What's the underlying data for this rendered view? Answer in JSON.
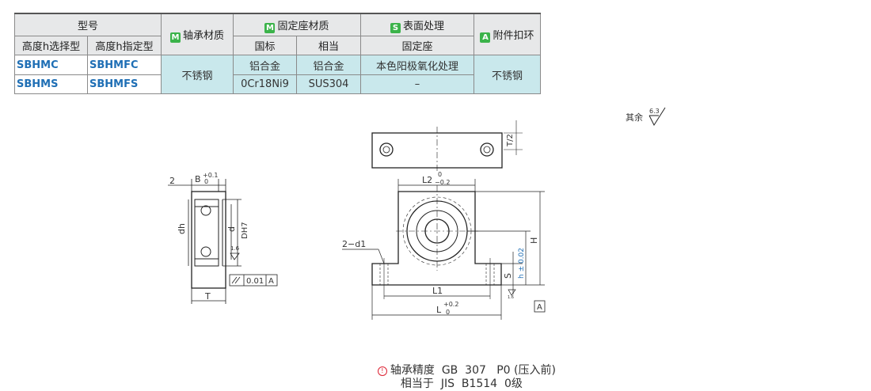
{
  "table": {
    "h_model": "型号",
    "h_bearing_material": "轴承材质",
    "h_housing_material": "固定座材质",
    "h_surface": "表面处理",
    "h_ring": "附件扣环",
    "sub_select": "高度h选择型",
    "sub_specify": "高度h指定型",
    "sub_gb": "国标",
    "sub_equiv": "相当",
    "sub_housing": "固定座",
    "badge_m": "M",
    "badge_s": "S",
    "badge_a": "A",
    "rows": [
      {
        "select": "SBHMC",
        "specify": "SBHMFC",
        "gb": "铝合金",
        "equiv": "铝合金",
        "surface": "本色阳极氧化处理"
      },
      {
        "select": "SBHMS",
        "specify": "SBHMFS",
        "gb": "0Cr18Ni9",
        "equiv": "SUS304",
        "surface": "–"
      }
    ],
    "bearing_value": "不锈钢",
    "ring_value": "不锈钢"
  },
  "drawing": {
    "roughness_label": "其余",
    "roughness_value": "6.3",
    "dim_2": "2",
    "dim_B": "B",
    "tol_B_upper": "+0.1",
    "tol_B_lower": "0",
    "dim_dh": "dh",
    "dim_d": "d",
    "dim_DH7": "DH7",
    "surface_1_6": "1.6",
    "parallel_value": "0.01",
    "datum_A": "A",
    "dim_T": "T",
    "dim_T2": "T/2",
    "dim_L2": "L2",
    "tol_L2_upper": "0",
    "tol_L2_lower": "−0.2",
    "dim_2d1": "2−d1",
    "dim_H": "H",
    "dim_h": "h ± 0.02",
    "dim_S": "S",
    "dim_L1": "L1",
    "dim_L": "L",
    "tol_L_upper": "+0.2",
    "tol_L_lower": "0",
    "surface_1_6b": "1.6"
  },
  "notes": {
    "line1_label": "轴承精度",
    "line1_value": "GB  307   P0 (压入前)",
    "line2_label": "相当于",
    "line2_value": "JIS  B1514  0级",
    "icon": "!"
  }
}
